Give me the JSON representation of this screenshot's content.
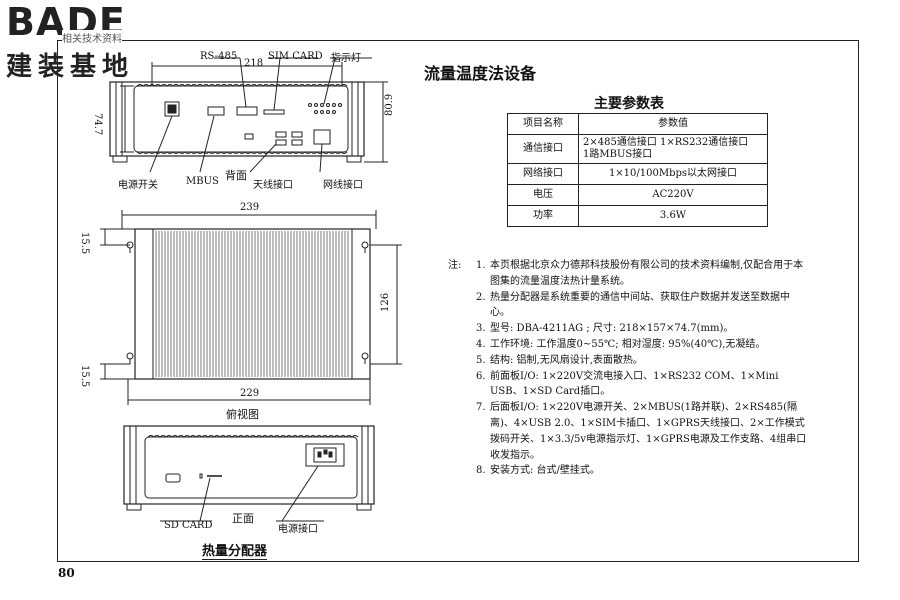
{
  "logo": {
    "brand": "BADE",
    "cn": "建装基地",
    "sub": "相关技术资料"
  },
  "title": "流量温度法设备",
  "table": {
    "title": "主要参数表",
    "header": [
      "项目名称",
      "参数值"
    ],
    "rows": [
      {
        "name": "通信接口",
        "value1": "2×485通信接口 1×RS232通信接口",
        "value2": "1路MBUS接口"
      },
      {
        "name": "网络接口",
        "value1": "1×10/100Mbps以太网接口",
        "value2": ""
      },
      {
        "name": "电压",
        "value1": "AC220V",
        "value2": ""
      },
      {
        "name": "功率",
        "value1": "3.6W",
        "value2": ""
      }
    ]
  },
  "notes": {
    "prefix": "注:",
    "items": [
      {
        "num": "1.",
        "text": "本页根据北京众力德邦科技股份有限公司的技术资料编制,仅配合用于本图集的流量温度法热计量系统。"
      },
      {
        "num": "2.",
        "text": "热量分配器是系统重要的通信中间站、获取住户数据并发送至数据中心。"
      },
      {
        "num": "3.",
        "text": "型号: DBA-4211AG ; 尺寸: 218×157×74.7(mm)。"
      },
      {
        "num": "4.",
        "text": "工作环境: 工作温度0~55℃; 相对湿度: 95%(40℃),无凝结。"
      },
      {
        "num": "5.",
        "text": "结构: 铝制,无风扇设计,表面散热。"
      },
      {
        "num": "6.",
        "text": "前面板I/O: 1×220V交流电接入口、1×RS232 COM、1×Mini USB、1×SD Card插口。"
      },
      {
        "num": "7.",
        "text": "后面板I/O: 1×220V电源开关、2×MBUS(1路并联)、2×RS485(隔离)、4×USB 2.0、1×SIM卡插口、1×GPRS天线接口、2×工作模式拨码开关、1×3.3/5v电源指示灯、1×GPRS电源及工作支路、4组串口收发指示。"
      },
      {
        "num": "8.",
        "text": "安装方式: 台式/壁挂式。"
      }
    ]
  },
  "back_view": {
    "label": "背面",
    "callouts": {
      "rs485": "RS-485",
      "sim": "SIM CARD",
      "led": "指示灯",
      "power_switch": "电源开关",
      "mbus": "MBUS",
      "antenna": "天线接口",
      "network": "网线接口"
    },
    "dims": {
      "width": "218",
      "height_left": "74.7",
      "height_right": "80.9"
    }
  },
  "top_view": {
    "label": "俯视图",
    "dims": {
      "width_top": "239",
      "width_bottom": "229",
      "height": "126",
      "margin_top": "15.5",
      "margin_bottom": "15.5"
    }
  },
  "front_view": {
    "label": "正面",
    "callouts": {
      "sd": "SD CARD",
      "power_port": "电源接口"
    }
  },
  "caption": "热量分配器",
  "page_number": "80"
}
